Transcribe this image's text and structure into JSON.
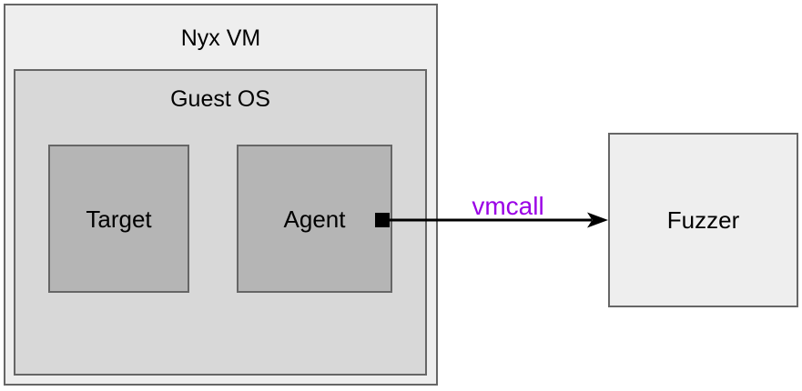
{
  "colors": {
    "canvas_bg": "#ffffff",
    "outer_fill": "#eeeeee",
    "guest_fill": "#d8d8d8",
    "node_fill": "#b5b5b5",
    "box_border": "#666666",
    "edge": "#000000",
    "edge_label": "#9a00e6"
  },
  "nodes": {
    "nyx_vm": {
      "label": "Nyx VM"
    },
    "guest_os": {
      "label": "Guest OS"
    },
    "target": {
      "label": "Target"
    },
    "agent": {
      "label": "Agent"
    },
    "fuzzer": {
      "label": "Fuzzer"
    }
  },
  "edges": {
    "vmcall": {
      "label": "vmcall",
      "from": "Agent",
      "to": "Fuzzer"
    }
  }
}
